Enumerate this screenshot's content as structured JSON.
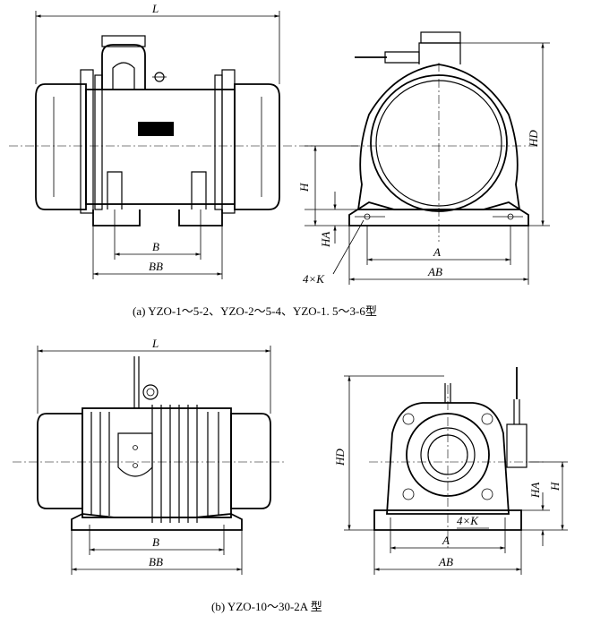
{
  "figure_a": {
    "caption": "(a) YZO-1～5-2、YZO-2～5-4、YZO-1. 5～3-6型",
    "side_view": {
      "L": "L",
      "H": "H",
      "HA": "HA",
      "B": "B",
      "BB": "BB"
    },
    "end_view": {
      "HD": "HD",
      "A": "A",
      "AB": "AB",
      "K": "4×K"
    }
  },
  "figure_b": {
    "caption": "(b) YZO-10～30-2A 型",
    "side_view": {
      "L": "L",
      "B": "B",
      "BB": "BB"
    },
    "end_view": {
      "HD": "HD",
      "HA": "HA",
      "H": "H",
      "A": "A",
      "AB": "AB",
      "K": "4×K"
    }
  }
}
